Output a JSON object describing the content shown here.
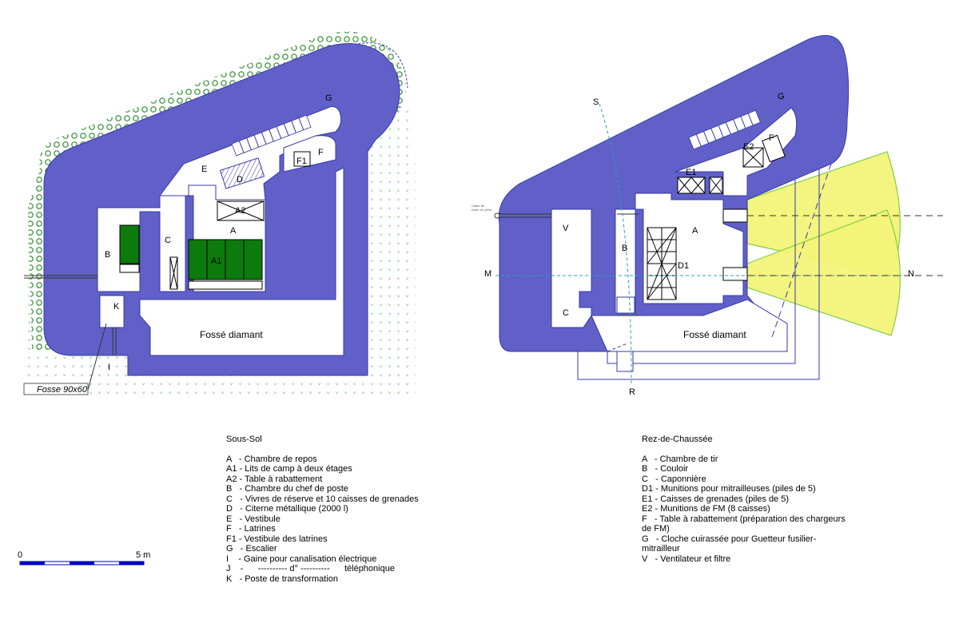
{
  "labels": {
    "left": {
      "G": "G",
      "E": "E",
      "D": "D",
      "F1": "F1",
      "F": "F",
      "A2": "A2",
      "A": "A",
      "A1": "A1",
      "C": "C",
      "B": "B",
      "K": "K",
      "I": "I",
      "fosse_diamant": "Fossé diamant",
      "fosse_box": "Fosse 90x60"
    },
    "right": {
      "G": "G",
      "E2": "E2",
      "F": "F",
      "E1": "E1",
      "A": "A",
      "V": "V",
      "B": "B",
      "D1": "D1",
      "C": "C",
      "fosse_diamant": "Fossé diamant",
      "S": "S",
      "R": "R",
      "M": "M",
      "N": "N",
      "cable_note_1": "Cable tél.",
      "cable_note_2": "enter. en plom."
    }
  },
  "scale": {
    "start": "0",
    "end": "5 m"
  },
  "legend_left": {
    "title": "Sous-Sol",
    "items": [
      "A   - Chambre de repos",
      "A1 - Lits de camp à deux étages",
      "A2 - Table à rabattement",
      "B   - Chambre du chef de poste",
      "C   - Vivres de réserve et 10 caisses de grenades",
      "D   - Citerne métallique (2000 l)",
      "E   - Vestibule",
      "F   - Latrines",
      "F1 - Vestibule des latrines",
      "G   - Escalier",
      "I    - Gaine pour canalisation électrique",
      "J    -      ---------- d° ----------      téléphonique",
      "K   - Poste de transformation"
    ]
  },
  "legend_right": {
    "title": "Rez-de-Chaussée",
    "items": [
      "A   - Chambre de tir",
      "B   - Couloir",
      "C   - Caponnière",
      "D1 - Munitions pour mitrailleuses (piles de 5)",
      "E1 - Caisses de grenades (piles de 5)",
      "E2 - Munitions de FM (8 caisses)",
      "F   - Table à rabattement (préparation des chargeurs de FM)",
      "G   - Cloche cuirassée pour Guetteur fusilier-mitrailleur",
      "V   - Ventilateur et filtre"
    ]
  },
  "colors": {
    "wall": "#6060c8",
    "wall_stroke": "#3838a8",
    "beds": "#0d7a0d",
    "vegetation": "#2e8b2e",
    "fire_sector": "#f4f47a",
    "fire_sector_stroke": "#7ccc3c",
    "axis_line": "#2aa3b0"
  }
}
